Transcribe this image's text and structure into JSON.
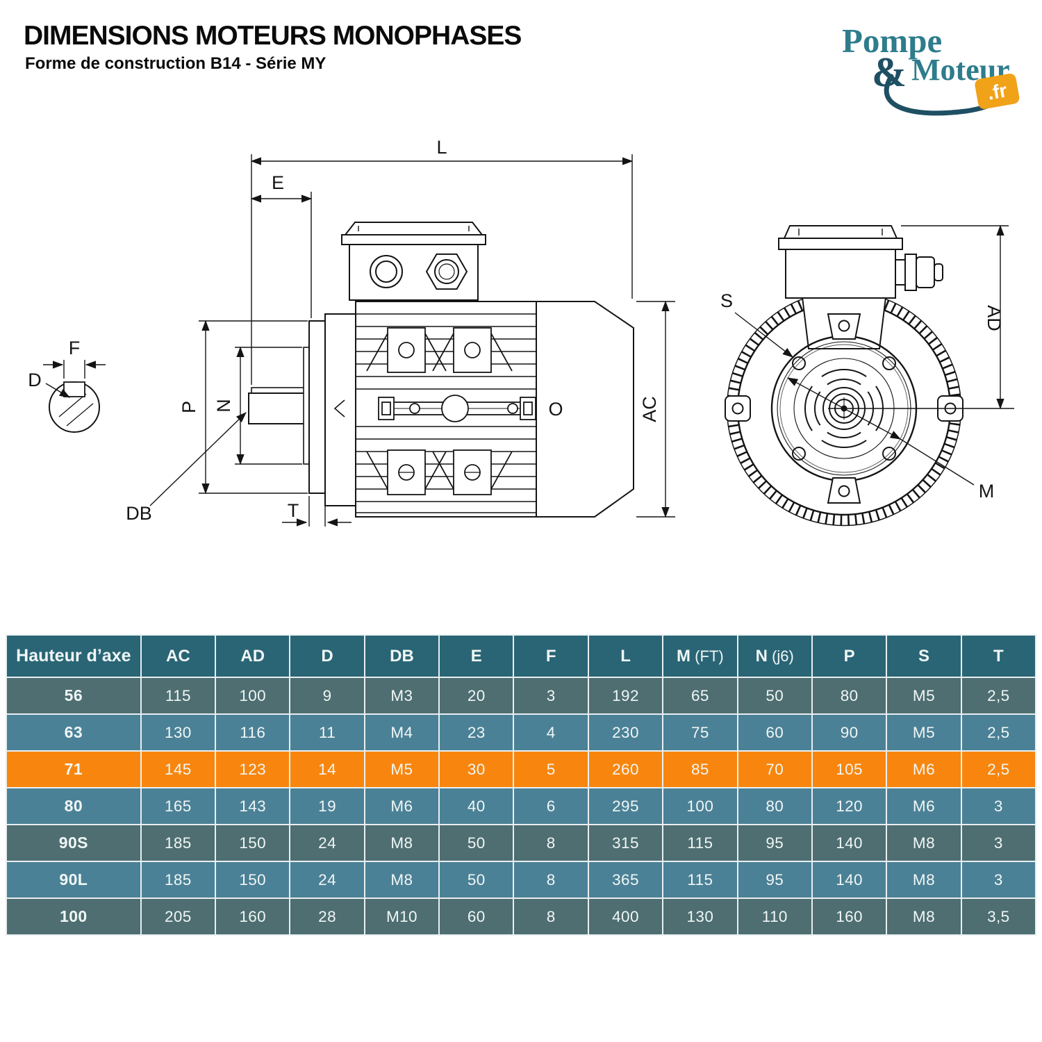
{
  "header": {
    "title": "DIMENSIONS MOTEURS MONOPHASES",
    "subtitle": "Forme de construction B14 - Série MY"
  },
  "logo": {
    "word1": "Pompe",
    "ampersand": "&",
    "word2": "Moteur",
    "tld": ".fr"
  },
  "diagram": {
    "side_view": {
      "l": "L",
      "e": "E",
      "f": "F",
      "d": "D",
      "p": "P",
      "n": "N",
      "db": "DB",
      "t": "T",
      "o": "O",
      "ac": "AC"
    },
    "front_view": {
      "s": "S",
      "ad": "AD",
      "m": "M"
    }
  },
  "table": {
    "columns": [
      "Hauteur d’axe",
      "AC",
      "AD",
      "D",
      "DB",
      "E",
      "F",
      "L",
      "M (FT)",
      "N (j6)",
      "P",
      "S",
      "T"
    ],
    "rows": [
      {
        "height": "56",
        "variant": "dark",
        "values": [
          "115",
          "100",
          "9",
          "M3",
          "20",
          "3",
          "192",
          "65",
          "50",
          "80",
          "M5",
          "2,5"
        ]
      },
      {
        "height": "63",
        "variant": "light",
        "values": [
          "130",
          "116",
          "11",
          "M4",
          "23",
          "4",
          "230",
          "75",
          "60",
          "90",
          "M5",
          "2,5"
        ]
      },
      {
        "height": "71",
        "variant": "highlight",
        "values": [
          "145",
          "123",
          "14",
          "M5",
          "30",
          "5",
          "260",
          "85",
          "70",
          "105",
          "M6",
          "2,5"
        ]
      },
      {
        "height": "80",
        "variant": "light",
        "values": [
          "165",
          "143",
          "19",
          "M6",
          "40",
          "6",
          "295",
          "100",
          "80",
          "120",
          "M6",
          "3"
        ]
      },
      {
        "height": "90S",
        "variant": "dark",
        "values": [
          "185",
          "150",
          "24",
          "M8",
          "50",
          "8",
          "315",
          "115",
          "95",
          "140",
          "M8",
          "3"
        ]
      },
      {
        "height": "90L",
        "variant": "light",
        "values": [
          "185",
          "150",
          "24",
          "M8",
          "50",
          "8",
          "365",
          "115",
          "95",
          "140",
          "M8",
          "3"
        ]
      },
      {
        "height": "100",
        "variant": "dark",
        "values": [
          "205",
          "160",
          "28",
          "M10",
          "60",
          "8",
          "400",
          "130",
          "110",
          "160",
          "M8",
          "3,5"
        ]
      }
    ]
  },
  "colors": {
    "header_bg": "#2A6575",
    "row_dark": "#4E6E71",
    "row_light": "#4B8196",
    "row_highlight": "#F8860E",
    "border": "#E9EFF2",
    "cell_text": "#F0F6F6",
    "logo_teal": "#2E7C8C",
    "logo_navy": "#1F4F63",
    "logo_orange": "#F0A219",
    "ink": "#141414"
  }
}
